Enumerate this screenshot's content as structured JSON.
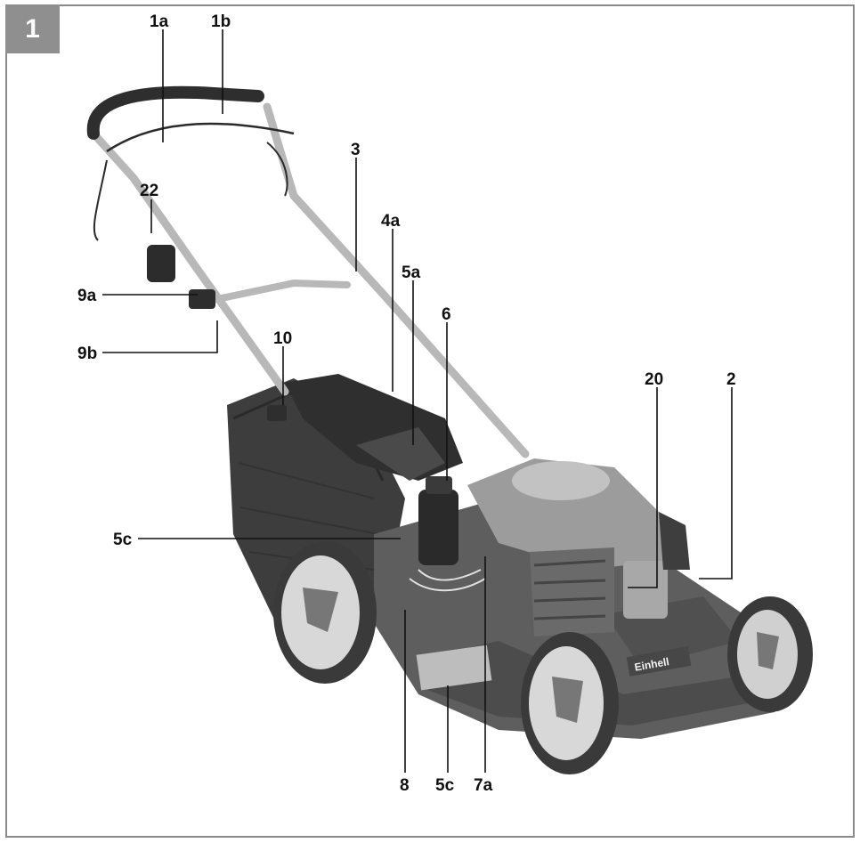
{
  "figure": {
    "number": "1"
  },
  "labels": {
    "l1a": "1a",
    "l1b": "1b",
    "l3": "3",
    "l22": "22",
    "l4a": "4a",
    "l5a": "5a",
    "l6": "6",
    "l9a": "9a",
    "l9b": "9b",
    "l10": "10",
    "l20": "20",
    "l2": "2",
    "l5c_left": "5c",
    "l8": "8",
    "l5c_bottom": "5c",
    "l7a": "7a"
  },
  "decal": {
    "brand": "Einhell"
  },
  "colors": {
    "frame": "#8a8a8a",
    "badge": "#8f8f8f",
    "deck": "#5e5e5e",
    "hood": "#9c9c9c",
    "handle": "#b8b8b8",
    "bag": "#3d3d3d"
  }
}
